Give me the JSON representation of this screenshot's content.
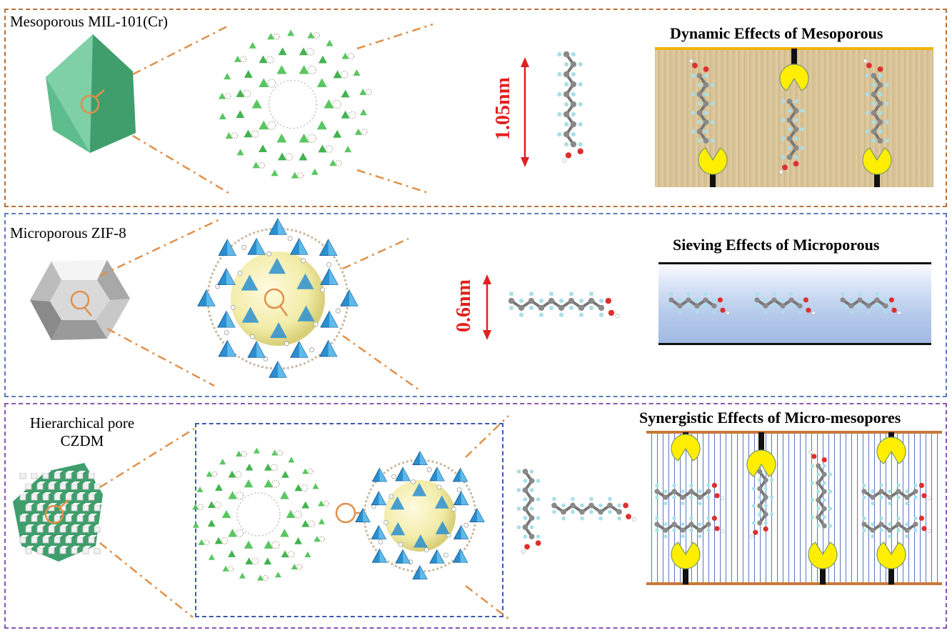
{
  "colors": {
    "panel1_border": "#b8703a",
    "panel2_border": "#5a7cc0",
    "panel3_border": "#8a55b5",
    "inner_border": "#3a5ab0",
    "dimension_red": "#e02020",
    "mil_green": "#3fb06a",
    "zif_gray": "#cfcfcf",
    "zif_blue": "#2a8fd0",
    "cage_yellow": "#f2eca8",
    "pacman_yellow": "#ffee00",
    "paper_texture": "#d9c49a",
    "sieve_blue": "#b8ccec",
    "rail_orange": "#c87838",
    "stripe_blue": "#5a78b8",
    "atom_carbon": "#8a8a8a",
    "atom_hydrogen": "#a8e0e8",
    "atom_oxygen": "#dd3030",
    "leader_orange": "#e0904a"
  },
  "panels": {
    "mesoporous": {
      "label": "Mesoporous MIL-101(Cr)",
      "dimension": "1.05nm",
      "effect_title": "Dynamic Effects of Mesoporous"
    },
    "microporous": {
      "label": "Microporous ZIF-8",
      "dimension": "0.6nm",
      "effect_title": "Sieving Effects of Microporous"
    },
    "hierarchical": {
      "label_line1": "Hierarchical pore",
      "label_line2": "CZDM",
      "effect_title": "Synergistic Effects of Micro-mesopores"
    }
  }
}
